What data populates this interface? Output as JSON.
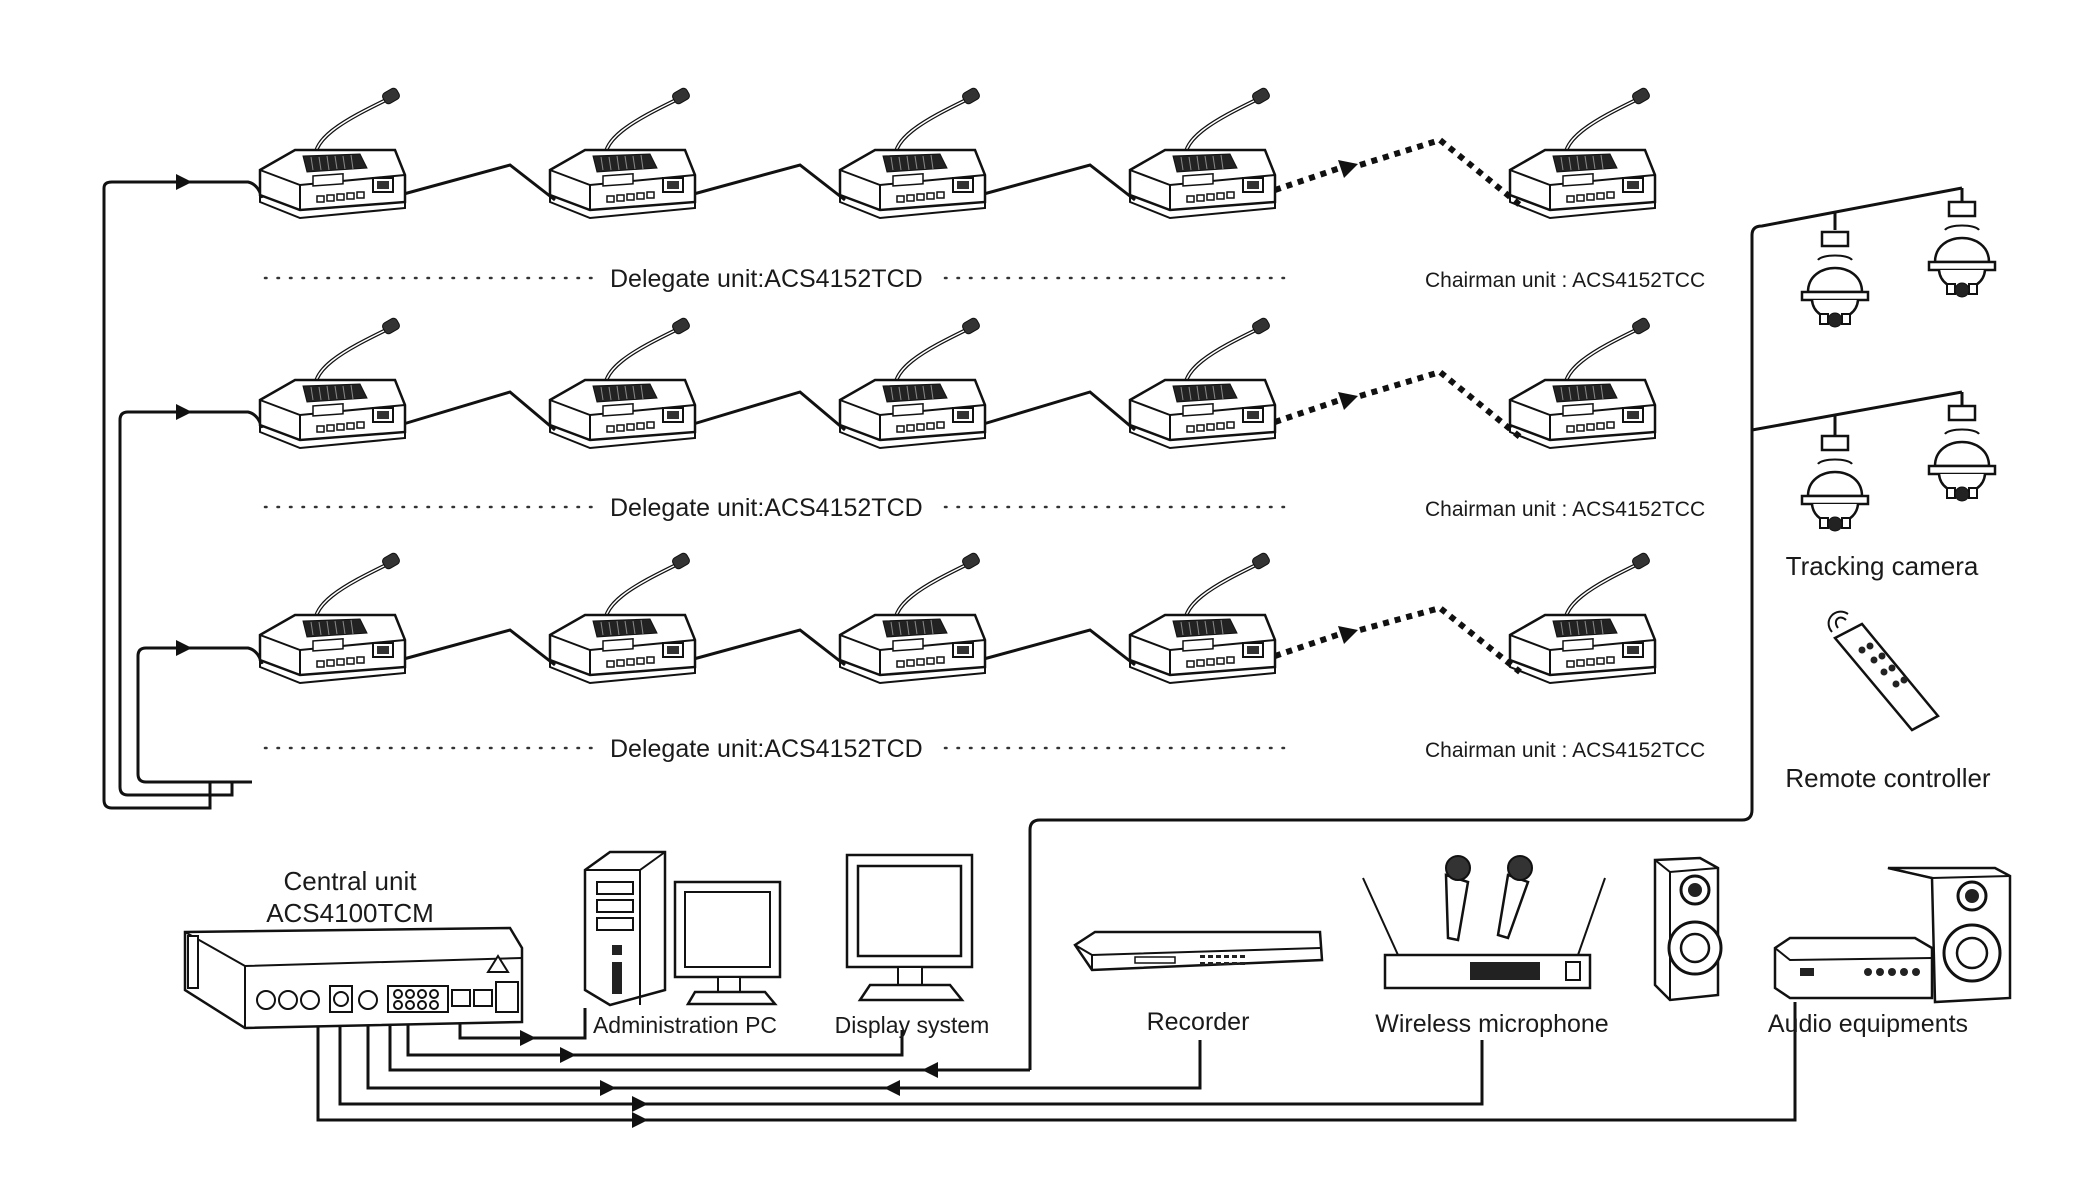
{
  "labels": {
    "delegate_unit": [
      "Delegate unit:ACS4152TCD",
      "Delegate unit:ACS4152TCD",
      "Delegate unit:ACS4152TCD"
    ],
    "chairman_unit": [
      "Chairman unit : ACS4152TCC",
      "Chairman unit : ACS4152TCC",
      "Chairman unit : ACS4152TCC"
    ],
    "tracking_camera": "Tracking camera",
    "remote_controller": "Remote controller",
    "central_unit_line1": "Central unit",
    "central_unit_line2": "ACS4100TCM",
    "administration_pc": "Administration PC",
    "display_system": "Display system",
    "recorder": "Recorder",
    "wireless_microphone": "Wireless microphone",
    "audio_equipments": "Audio equipments"
  },
  "icons": {
    "delegate": "conference-microphone-icon",
    "chairman": "conference-microphone-icon",
    "camera": "dome-camera-icon",
    "remote": "remote-control-icon",
    "central": "rack-unit-icon",
    "pc": "desktop-computer-icon",
    "display": "monitor-icon",
    "recorder": "recorder-icon",
    "wireless": "wireless-microphone-icon",
    "audio": "speaker-system-icon"
  }
}
